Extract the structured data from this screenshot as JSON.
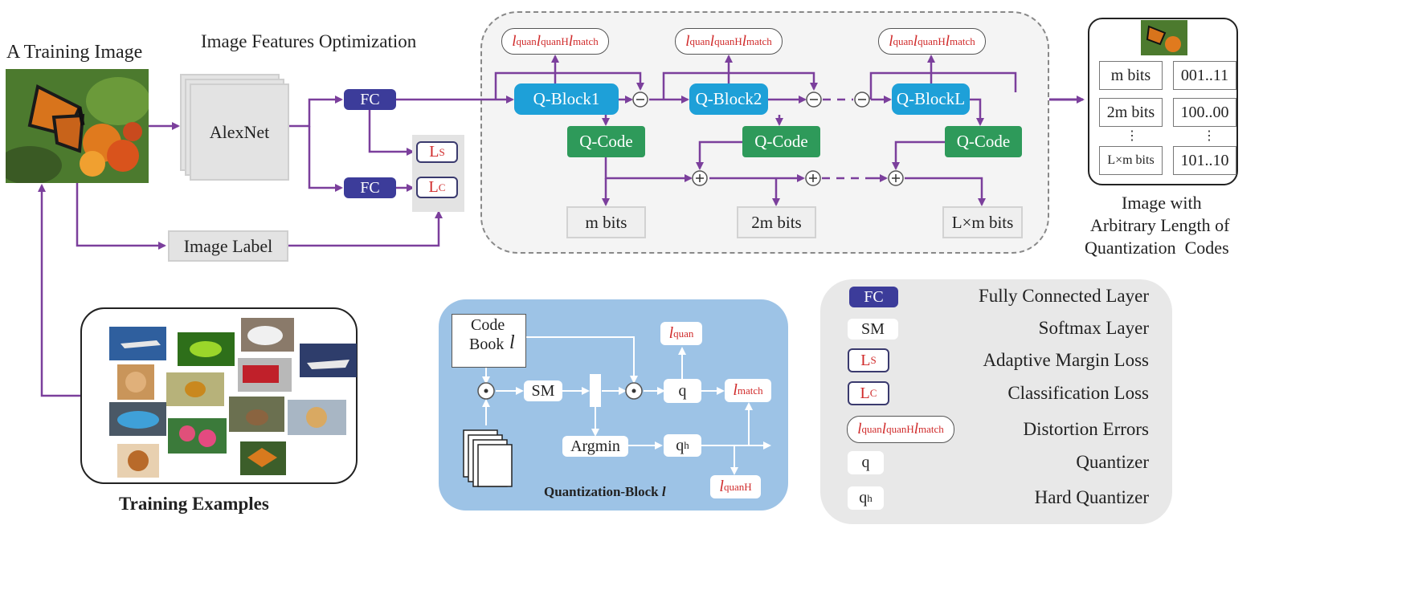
{
  "title_training_image": "A Training Image",
  "title_features": "Image Features Optimization",
  "alexnet": "AlexNet",
  "fc": "FC",
  "loss_s": {
    "main": "L",
    "sub": "S"
  },
  "loss_c": {
    "main": "L",
    "sub": "C"
  },
  "image_label": "Image Label",
  "dist": {
    "l": "l",
    "quan": "quan",
    "quanH": "quanH",
    "match": "match"
  },
  "qblocks": [
    "Q-Block1",
    "Q-Block2",
    "Q-BlockL"
  ],
  "qcode": "Q-Code",
  "bits": [
    "m bits",
    "2m bits",
    "L×m bits"
  ],
  "output_table": {
    "rows": [
      {
        "len": "m bits",
        "code": "001..11"
      },
      {
        "len": "2m bits",
        "code": "100..00"
      },
      {
        "len": "L×m bits",
        "code": "101..10"
      }
    ],
    "dots": "⋮"
  },
  "output_caption": [
    "Image with",
    "Arbitrary Length of",
    "Quantization  Codes"
  ],
  "training_examples": "Training Examples",
  "qblock_detail": {
    "codebook": [
      "Code",
      "Book"
    ],
    "codebook_l": "l",
    "sm": "SM",
    "argmin": "Argmin",
    "q": "q",
    "qh": {
      "main": "q",
      "sub": "h"
    },
    "caption": "Quantization-Block",
    "caption_l": "l"
  },
  "legend": [
    {
      "key": "fc",
      "label": "Fully Connected Layer",
      "sym": "FC"
    },
    {
      "key": "sm",
      "label": "Softmax Layer",
      "sym": "SM"
    },
    {
      "key": "ls",
      "label": "Adaptive Margin Loss"
    },
    {
      "key": "lc",
      "label": "Classification Loss"
    },
    {
      "key": "dist",
      "label": "Distortion Errors"
    },
    {
      "key": "q",
      "label": "Quantizer",
      "sym": "q"
    },
    {
      "key": "qh",
      "label": "Hard Quantizer"
    }
  ],
  "colors": {
    "arrow": "#7b3f9c",
    "fc": "#3c3c9a",
    "qblock": "#1ea0d8",
    "qcode": "#2e9a5a",
    "loss_text": "#d02a2a",
    "detail_bg": "#9dc3e6"
  },
  "icons": [
    "circle-dot-icon",
    "circle-minus-icon",
    "circle-plus-icon",
    "butterfly-image",
    "stacked-pages-icon"
  ]
}
